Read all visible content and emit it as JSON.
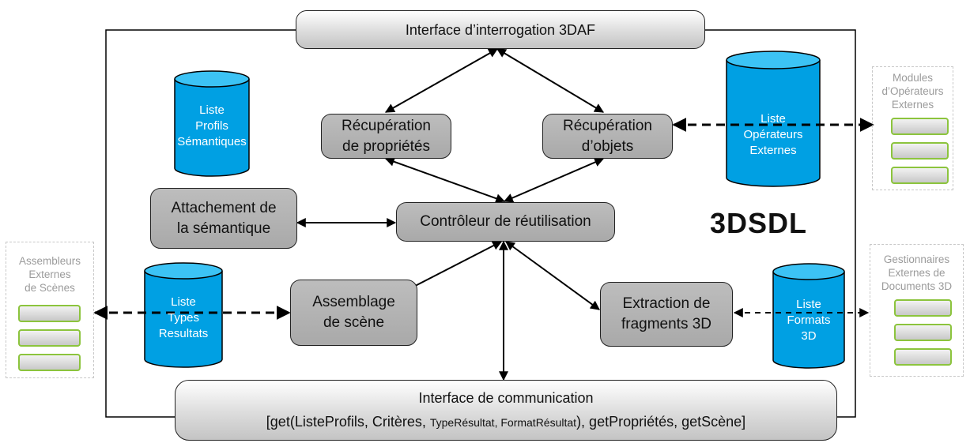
{
  "system_label": "3DSDL",
  "interfaces": {
    "query": "Interface d’interrogation 3DAF",
    "communication": {
      "title": "Interface de communication",
      "sig_start": "[get(ListeProfils, Critères, ",
      "sig_type": "TypeRésultat,",
      "sig_format": " FormatRésultat",
      "sig_end": "), getPropriétés, getScène]"
    }
  },
  "processes": {
    "props": [
      "Récupération",
      "de propriétés"
    ],
    "objects": [
      "Récupération",
      "d’objets"
    ],
    "semantic": [
      "Attachement de",
      "la sémantique"
    ],
    "controller": [
      "Contrôleur de réutilisation"
    ],
    "assembly": [
      "Assemblage",
      "de scène"
    ],
    "extraction": [
      "Extraction de",
      "fragments 3D"
    ]
  },
  "databases": {
    "profiles": [
      "Liste",
      "Profils",
      "Sémantiques"
    ],
    "operators": [
      "Liste",
      "Opérateurs",
      "Externes"
    ],
    "types": [
      "Liste",
      "Types",
      "Resultats"
    ],
    "formats": [
      "Liste",
      "Formats",
      "3D"
    ]
  },
  "external_modules": {
    "operators": [
      "Modules",
      "d’Opérateurs",
      "Externes"
    ],
    "assemblers": [
      "Assembleurs",
      "Externes",
      "de Scènes"
    ],
    "doc_managers": [
      "Gestionnaires",
      "Externes de",
      "Documents 3D"
    ]
  },
  "colors": {
    "database_fill": "#00a0e3",
    "database_top": "#3cc3f5",
    "process_fill": "#b5b5b5",
    "external_slot_border": "#8cc43d",
    "external_text": "#9b9b9b"
  }
}
